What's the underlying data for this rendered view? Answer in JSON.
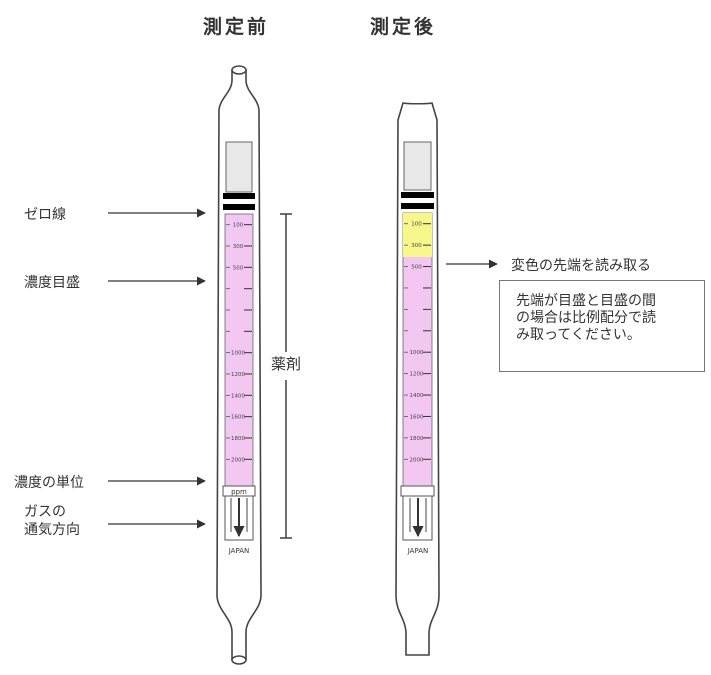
{
  "titles": {
    "before": "測定前",
    "after": "測定後"
  },
  "labels": {
    "zero_line": "ゼロ線",
    "scale": "濃度目盛",
    "reagent": "薬剤",
    "unit": "濃度の単位",
    "gas_flow": "ガスの\n通気方向",
    "read_tip": "変色の先端を読み取る"
  },
  "note": "先端が目盛と目盛の間\nの場合は比例配分で読\nみ取ってください。",
  "tube_text": {
    "unit": "ppm",
    "maker": "JAPAN"
  },
  "scale_values": [
    "100",
    "300",
    "500",
    "",
    "",
    "",
    "1000",
    "1200",
    "1400",
    "1600",
    "1800",
    "2000"
  ],
  "colors": {
    "reagent": "#f2c8f2",
    "stained": "#f7f78c",
    "zero_band": "#000000",
    "glass_outline": "#444444"
  }
}
